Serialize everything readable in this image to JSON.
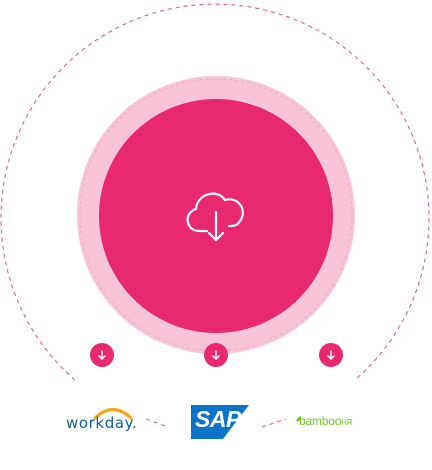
{
  "colors": {
    "primary": "#e8286f",
    "ring_fill": "#f8c5d8",
    "ring_dash": "#eeaac3",
    "outer_dash": "#e35b86",
    "icon": "#ffffff",
    "workday_text": "#0f5a9c",
    "workday_arc": "#f7a61b",
    "sap_blue": "#0a74c8",
    "bamboo_green": "#73c41d"
  },
  "center": {
    "icon": "cloud-download-icon"
  },
  "connectors": [
    {
      "target": "workday",
      "icon": "arrow-down-icon"
    },
    {
      "target": "sap",
      "icon": "arrow-down-icon"
    },
    {
      "target": "bamboohr",
      "icon": "arrow-down-icon"
    }
  ],
  "logos": {
    "workday": {
      "text": "workday."
    },
    "sap": {
      "text": "SAP",
      "mark": "®"
    },
    "bamboohr": {
      "text": "bamboo",
      "suffix": "HR"
    }
  }
}
